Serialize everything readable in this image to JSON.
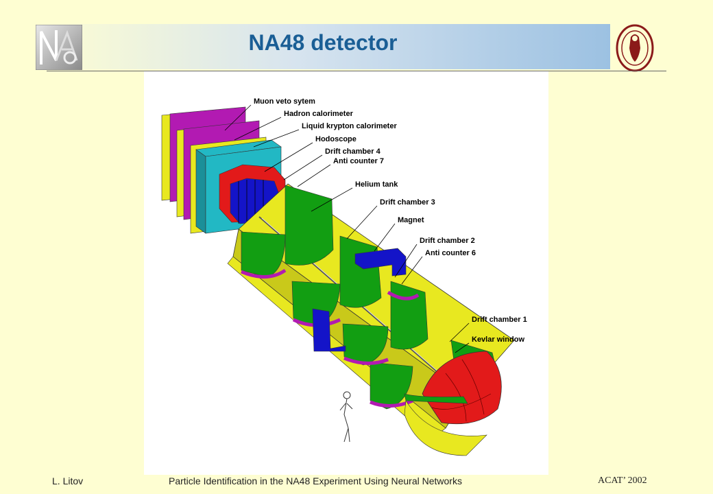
{
  "slide": {
    "title": "NA48 detector",
    "logo_left": {
      "icon": "na48-logo-icon"
    },
    "logo_right": {
      "icon": "university-seal-icon"
    }
  },
  "figure": {
    "labels": [
      "Muon veto sytem",
      "Hadron calorimeter",
      "Liquid krypton calorimeter",
      "Hodoscope",
      "Drift chamber 4",
      "Anti counter 7",
      "Helium tank",
      "Drift chamber 3",
      "Magnet",
      "Drift chamber 2",
      "Anti counter 6",
      "Drift chamber 1",
      "Kevlar window"
    ],
    "colors": {
      "yellow": "#e8e820",
      "green": "#129e12",
      "red": "#e21a1a",
      "cyan": "#22b8c4",
      "magenta": "#b21ab2",
      "blue": "#1414c8"
    }
  },
  "footer": {
    "author": "L. Litov",
    "talk_title": "Particle Identification in the NA48 Experiment Using Neural Networks",
    "conference": "ACAT’ 2002"
  }
}
